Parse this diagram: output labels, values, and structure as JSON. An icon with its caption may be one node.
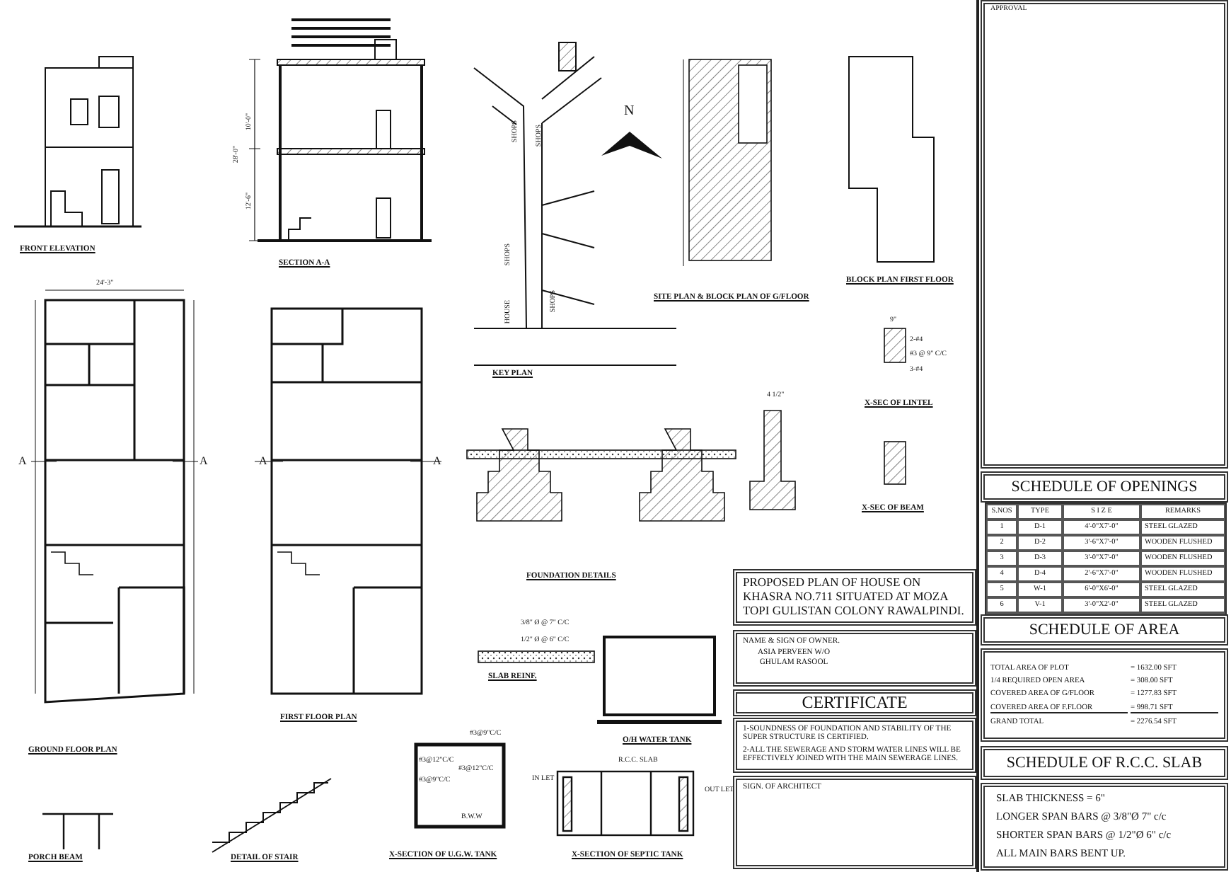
{
  "diagram": {
    "nodes": [
      {
        "text": [
          "PROPOSED PLAN OF HOUSE ON KHASRA NO.711 SITUATED AT MOZA TOPI GULISTAN COLONY RAWALPINDI."
        ]
      },
      {
        "text": [
          "NAME & SIGN OF OWNER.",
          "ASIA PERVEEN W/O GHULAM RASOOL"
        ]
      },
      {
        "text": [
          "CERTIFICATE"
        ]
      },
      {
        "text": [
          "1-SOUNDNESS OF FOUNDATION AND STABILITY OF THE SUPER STRUCTURE IS CERTIFIED.",
          "2-ALL THE SEWERAGE AND STORM WATER LINES WILL BE EFFECTIVELY JOINED WITH THE MAIN SEWERAGE LINES."
        ]
      },
      {
        "text": [
          "SIGN. OF ARCHITECT"
        ]
      },
      {
        "text": [
          "APPROVAL"
        ]
      },
      {
        "text": [
          "SCHEDULE OF OPENINGS"
        ]
      },
      {
        "text": [
          "SCHEDULE OF AREA"
        ]
      },
      {
        "text": [
          "TOTAL AREA OF PLOT",
          "= 1632.00 SFT",
          "1/4 REQUIRED OPEN AREA",
          "= 308.00 SFT",
          "COVERED AREA OF G/FLOOR",
          "= 1277.83 SFT",
          "COVERED AREA OF F.FLOOR",
          "= 998.71 SFT",
          "GRAND TOTAL",
          "= 2276.54 SFT"
        ]
      },
      {
        "text": [
          "SCHEDULE OF R.C.C. SLAB"
        ]
      },
      {
        "text": [
          "SLAB THICKNESS = 6\"",
          "LONGER SPAN BARS @ 3/8\"Ø 7\" c/c",
          "SHORTER SPAN BARS @ 1/2\"Ø 6\" c/c",
          "ALL MAIN BARS BENT UP."
        ]
      }
    ],
    "labels": [
      "FRONT ELEVATION",
      "SECTION A-A",
      "10'-0\"",
      "12'-6\"",
      "28'-0\"",
      "SHOPS",
      "SHOPS",
      "SHOPS",
      "HOUSE",
      "SHOPS",
      "N",
      "KEY PLAN",
      "SITE PLAN & BLOCK PLAN OF G/FLOOR",
      "BLOCK PLAN FIRST FLOOR",
      "9\"",
      "2-#4",
      "#3 @ 9\" C/C",
      "3-#4",
      "X-SEC OF LINTEL",
      "4 1/2\"",
      "X-SEC OF BEAM",
      "FOUNDATION DETAILS",
      "24'-3\"",
      "A",
      "A",
      "A",
      "A",
      "GROUND FLOOR PLAN",
      "FIRST FLOOR PLAN",
      "3/8\" Ø @ 7\" C/C",
      "1/2\" Ø @ 6\" C/C",
      "SLAB REINF.",
      "O/H WATER TANK",
      "#3@9\"C/C",
      "#3@12\"C/C",
      "#3@12\"C/C",
      "#3@9\"C/C",
      "B.W.W",
      "X-SECTION OF U.G.W. TANK",
      "R.C.C. SLAB",
      "IN LET",
      "OUT LET",
      "X-SECTION OF SEPTIC TANK",
      "PORCH BEAM",
      "DETAIL OF STAIR",
      "S.NOS",
      "TYPE",
      "S I Z E",
      "REMARKS",
      "1",
      "D-1",
      "4'-0\"X7'-0\"",
      "STEEL GLAZED",
      "2",
      "D-2",
      "3'-6\"X7'-0\"",
      "WOODEN FLUSHED",
      "3",
      "D-3",
      "3'-0\"X7'-0\"",
      "WOODEN FLUSHED",
      "4",
      "D-4",
      "2'-6\"X7'-0\"",
      "WOODEN FLUSHED",
      "5",
      "W-1",
      "6'-0\"X6'-0\"",
      "STEEL GLAZED",
      "6",
      "V-1",
      "3'-0\"X2'-0\"",
      "STEEL GLAZED"
    ]
  }
}
